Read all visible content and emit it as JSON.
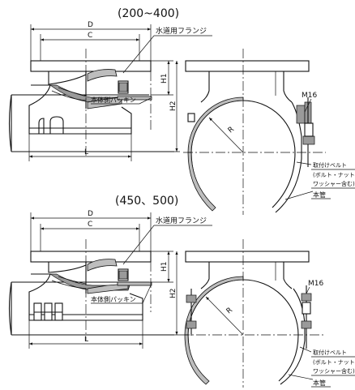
{
  "views": [
    {
      "size_range": "(200~400)",
      "dims": {
        "d": "D",
        "c": "C",
        "l": "L",
        "h1": "H1",
        "h2": "H2",
        "r": "R"
      },
      "labels": {
        "flange": "水道用フランジ",
        "packing": "本体側パッキン",
        "bolt": "M16",
        "belt_1": "取付けベルト",
        "belt_2": "(ボルト・ナット・",
        "belt_3": "ワッシャー含む)",
        "main_pipe": "本管"
      }
    },
    {
      "size_range": "(450、500)",
      "dims": {
        "d": "D",
        "c": "C",
        "l": "L",
        "h1": "H1",
        "h2": "H2",
        "r": "R"
      },
      "labels": {
        "flange": "水道用フランジ",
        "packing": "本体側パッキン",
        "bolt": "M16",
        "belt_1": "取付けベルト",
        "belt_2": "(ボルト・ナット・",
        "belt_3": "ワッシャー含む)",
        "main_pipe": "本管"
      }
    }
  ]
}
